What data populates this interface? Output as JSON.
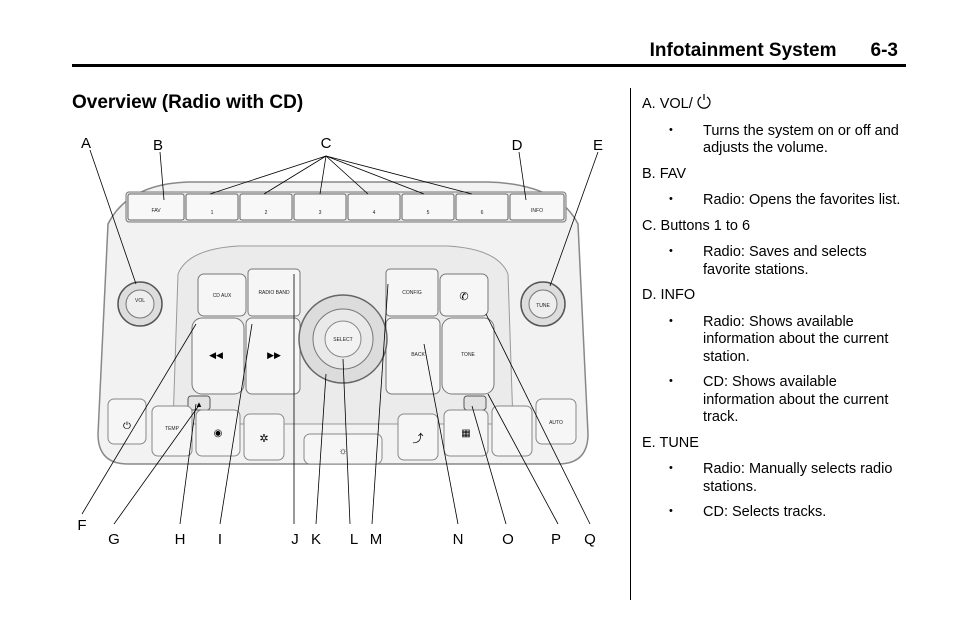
{
  "header": {
    "section": "Infotainment System",
    "page": "6-3"
  },
  "title": "Overview (Radio with CD)",
  "figure": {
    "callouts": [
      "A",
      "B",
      "C",
      "D",
      "E",
      "F",
      "G",
      "H",
      "I",
      "J",
      "K",
      "L",
      "M",
      "N",
      "O",
      "P",
      "Q"
    ],
    "buttons": {
      "fav": "FAV",
      "presets": [
        "1",
        "2",
        "3",
        "4",
        "5",
        "6"
      ],
      "info": "INFO",
      "aux": "CD AUX",
      "radio": "RADIO BAND",
      "config": "CONFIG",
      "select": "SELECT",
      "back": "BACK",
      "tone": "TONE",
      "tune": "TUNE",
      "temp": "TEMP",
      "auto": "AUTO"
    }
  },
  "items": [
    {
      "label": "A.  VOL/",
      "icon": "power-icon",
      "bullets": [
        "Turns the system on or off and adjusts the volume."
      ]
    },
    {
      "label": "B.  FAV",
      "bullets": [
        "Radio: Opens the favorites list."
      ]
    },
    {
      "label": "C.  Buttons 1 to 6",
      "bullets": [
        "Radio: Saves and selects favorite stations."
      ]
    },
    {
      "label": "D.  INFO",
      "bullets": [
        "Radio: Shows available information about the current station.",
        "CD: Shows available information about the current track."
      ]
    },
    {
      "label": "E.  TUNE",
      "bullets": [
        "Radio: Manually selects radio stations.",
        "CD: Selects tracks."
      ]
    }
  ]
}
